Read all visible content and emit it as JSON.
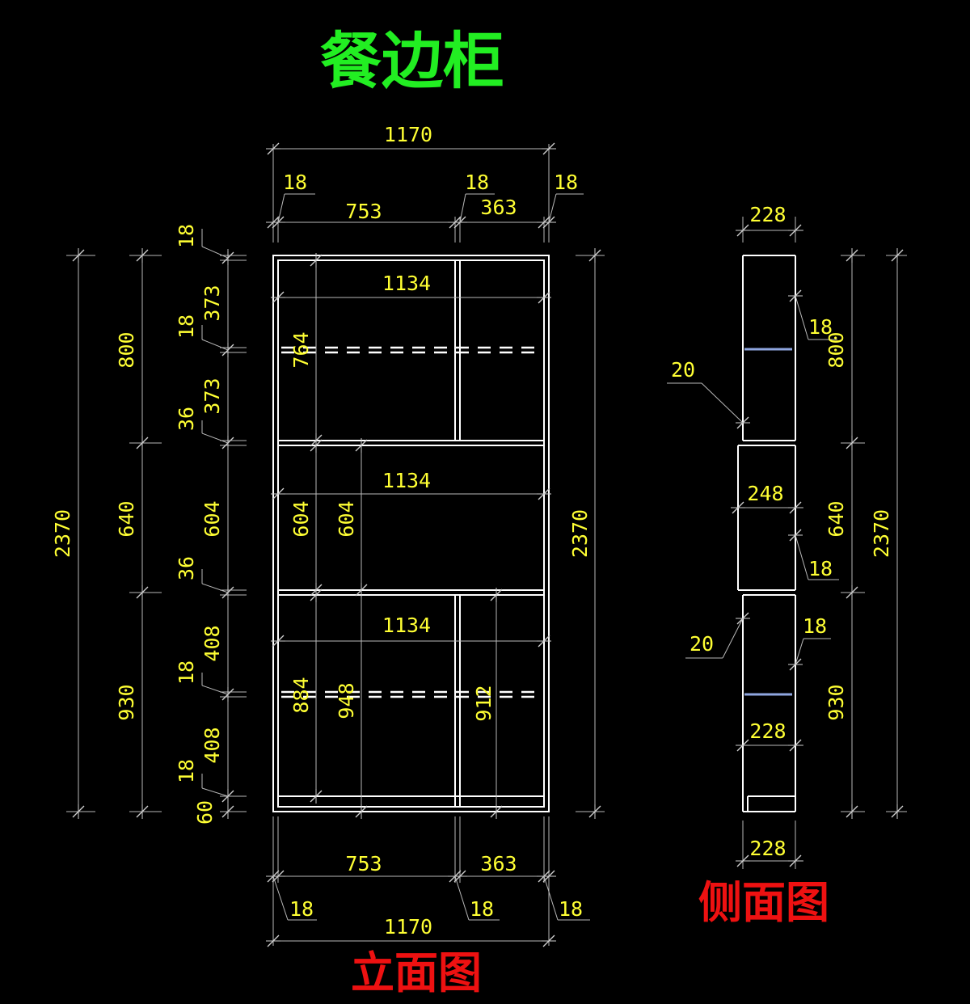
{
  "colors": {
    "title": "#22ee22",
    "label": "#ee1111",
    "dim": "#ffff33",
    "line": "#ffffff",
    "ext": "#b9b9b9",
    "shelf": "#8fa6e0"
  },
  "title": "餐边柜",
  "front_label": "立面图",
  "side_label": "侧面图",
  "dims": {
    "top_total": "1170",
    "top_left_gap": "18",
    "top_mid_gap": "18",
    "top_right_gap": "18",
    "top_left": "753",
    "top_right": "363",
    "bot_left": "753",
    "bot_right": "363",
    "bot_left_gap": "18",
    "bot_mid_gap": "18",
    "bot_right_gap": "18",
    "bot_total": "1170",
    "inner_top": "1134",
    "inner_mid": "1134",
    "inner_bot": "1134",
    "left_total": "2370",
    "left_upper": "800",
    "left_middle": "640",
    "left_lower": "930",
    "t18_a": "18",
    "t18_b": "18",
    "t36_a": "36",
    "t36_b": "36",
    "t18_c": "18",
    "t18_d": "18",
    "t60": "60",
    "s373_a": "373",
    "s373_b": "373",
    "s604": "604",
    "s408_a": "408",
    "s408_b": "408",
    "v764": "764",
    "v604_a": "604",
    "v604_b": "604",
    "v884": "884",
    "v948": "948",
    "v912": "912",
    "right_total": "2370",
    "side_top": "228",
    "side_bottom": "228",
    "side_inner_lower": "228",
    "side_mid": "248",
    "side_20_a": "20",
    "side_20_b": "20",
    "side_18_a": "18",
    "side_18_b": "18",
    "side_18_c": "18",
    "side_800": "800",
    "side_640": "640",
    "side_930": "930",
    "side_total": "2370"
  }
}
